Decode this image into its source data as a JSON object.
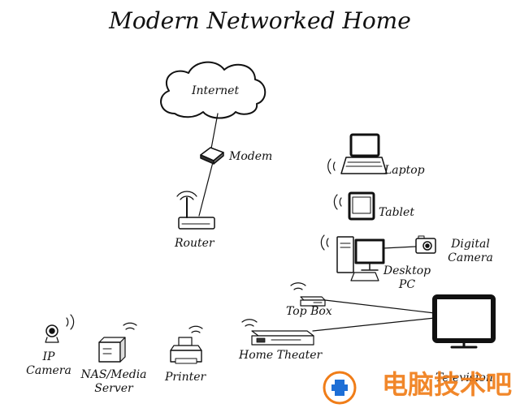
{
  "title": "Modern Networked Home",
  "nodes": {
    "internet": "Internet",
    "modem": "Modem",
    "router": "Router",
    "laptop": "Laptop",
    "tablet": "Tablet",
    "desktop_line1": "Desktop",
    "desktop_line2": "PC",
    "camera_line1": "Digital",
    "camera_line2": "Camera",
    "topbox": "Top Box",
    "hometheater": "Home Theater",
    "ipcam_line1": "IP",
    "ipcam_line2": "Camera",
    "nas_line1": "NAS/Media",
    "nas_line2": "Server",
    "printer": "Printer",
    "television": "Television"
  },
  "watermark": {
    "text": "电脑技术吧",
    "color": "#f07d18"
  },
  "icons": [
    "cloud-icon",
    "modem-icon",
    "router-icon",
    "laptop-icon",
    "tablet-icon",
    "desktop-pc-icon",
    "digital-camera-icon",
    "top-box-icon",
    "home-theater-icon",
    "television-icon",
    "ip-camera-icon",
    "nas-server-icon",
    "printer-icon",
    "wifi-icon"
  ]
}
